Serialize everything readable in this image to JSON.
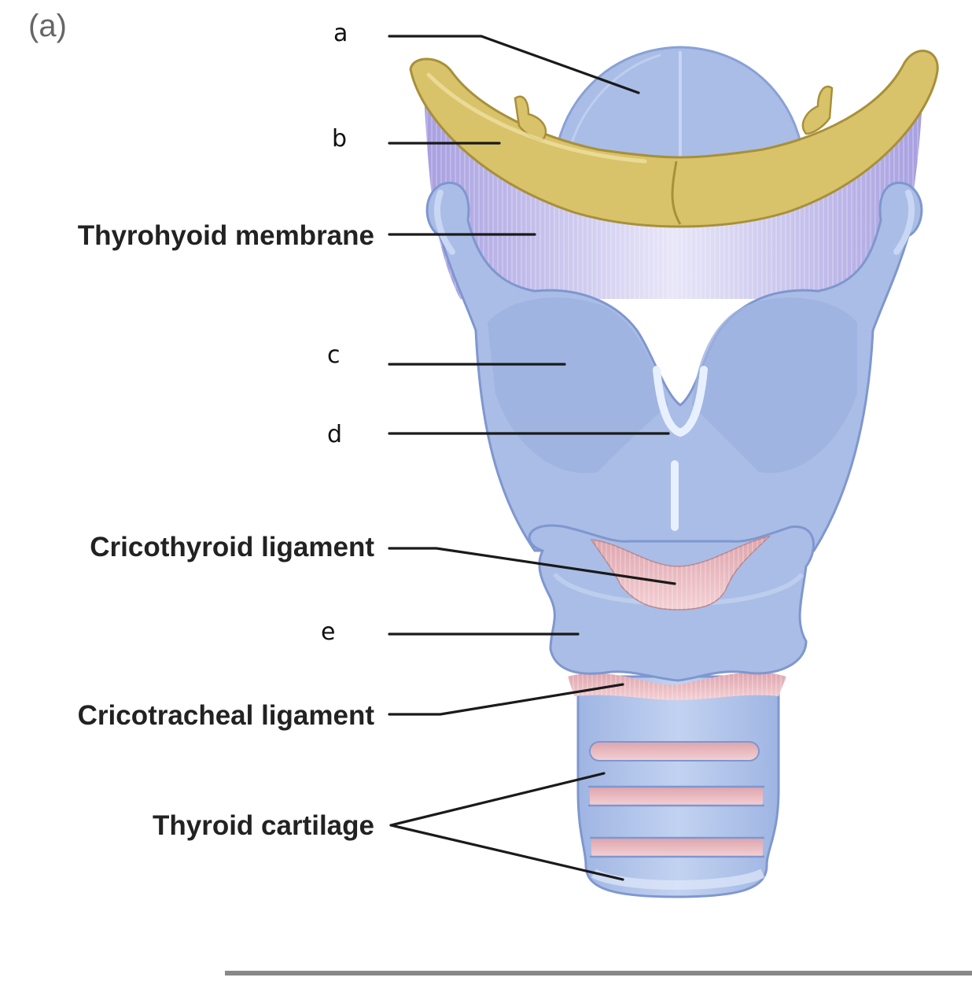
{
  "panel_label": "(a)",
  "labels": {
    "a": "a",
    "b": "b",
    "thyrohyoid": "Thyrohyoid membrane",
    "c": "c",
    "d": "d",
    "cricothyroid": "Cricothyroid ligament",
    "e": "e",
    "cricotracheal": "Cricotracheal ligament",
    "thyroid_cartilage": "Thyroid cartilage"
  },
  "colors": {
    "cartilage": "#a9bde6",
    "cartilage_shadow": "#7f97cf",
    "cartilage_light": "#cfdcf5",
    "hyoid_bone": "#d9c36a",
    "hyoid_shadow": "#a8903a",
    "membrane": "#bdb7ea",
    "ligament_pink": "#e8b8bf",
    "leader_line": "#1a1a1a"
  }
}
